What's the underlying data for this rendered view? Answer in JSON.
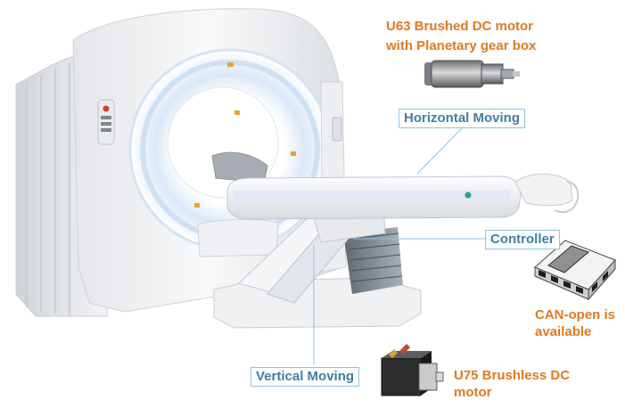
{
  "annotations": {
    "motor_planetary": {
      "line1": "U63 Brushed DC motor",
      "line2": "with Planetary gear box"
    },
    "horizontal_moving": "Horizontal Moving",
    "controller": "Controller",
    "can_open": {
      "line1": "CAN-open is",
      "line2": "available"
    },
    "vertical_moving": "Vertical Moving",
    "brushless_motor": {
      "line1": "U75 Brushless DC",
      "line2": "motor"
    }
  },
  "colors": {
    "accent_orange": "#e07a1f",
    "tag_text_blue": "#3f7fa3",
    "tag_border": "#8cc5e0",
    "leader_line": "#8cc5e0"
  }
}
